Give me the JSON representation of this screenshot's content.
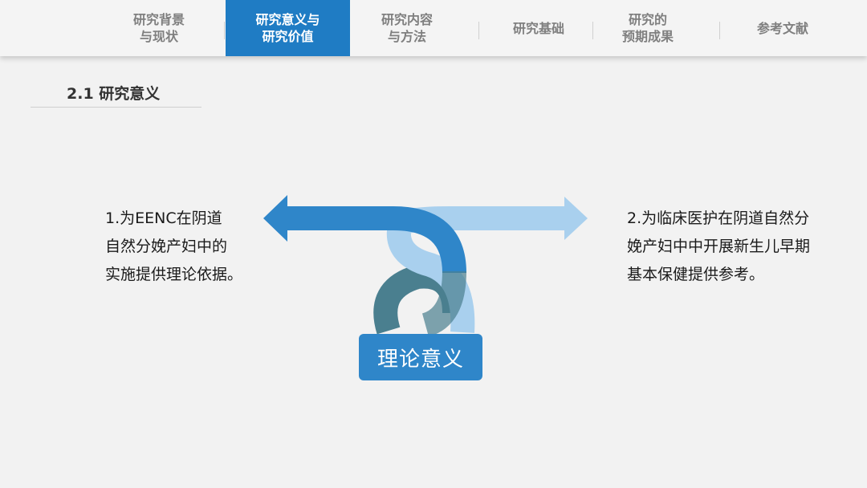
{
  "nav": {
    "tabs": [
      {
        "label": "研究背景\n与现状",
        "active": false
      },
      {
        "label": "研究意义与\n研究价值",
        "active": true
      },
      {
        "label": "研究内容\n与方法",
        "active": false
      },
      {
        "label": "研究基础",
        "active": false
      },
      {
        "label": "研究的\n预期成果",
        "active": false
      },
      {
        "label": "参考文献",
        "active": false
      }
    ],
    "active_color": "#1f7cc4"
  },
  "section": {
    "title": "2.1 研究意义"
  },
  "left_text": "1.为EENC在阴道\n自然分娩产妇中的\n实施提供理论依据。",
  "right_text": " 2.为临床医护在阴道自然分\n娩产妇中中开展新生儿早期\n基本保健提供参考。",
  "center": {
    "label": "理论意义"
  },
  "colors": {
    "dark_arrow": "#2f86c9",
    "light_arrow": "#a9d0ee",
    "shadow": "#4a7f8f",
    "box": "#2f86c9"
  }
}
